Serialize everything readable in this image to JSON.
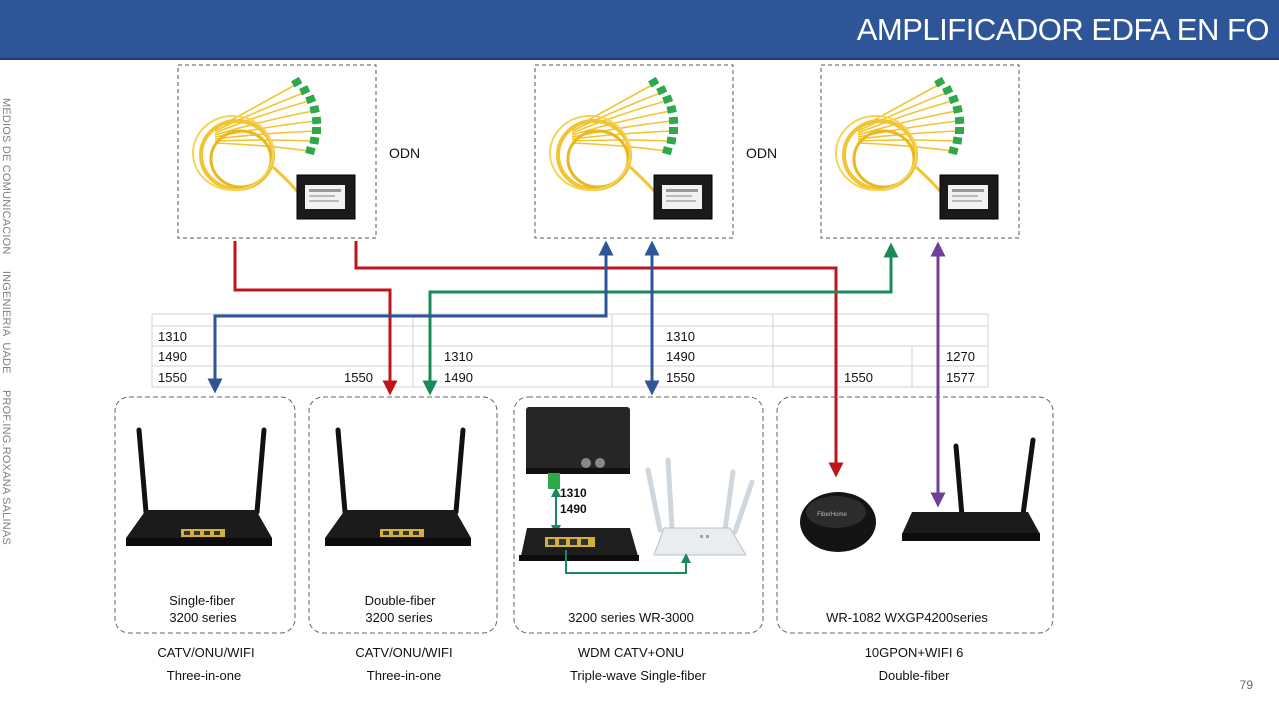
{
  "header": {
    "title": "AMPLIFICADOR EDFA EN FO"
  },
  "sidebar": {
    "text": "MEDIOS DE COMUNICACION     INGENIERIA  UADE     PROF.ING.ROXANA SALINAS"
  },
  "odn": {
    "label_1": "ODN",
    "label_2": "ODN"
  },
  "wavelength_table": {
    "col1": [
      "1310",
      "1490",
      "1550"
    ],
    "col2": [
      "1550"
    ],
    "col3": [
      "1310",
      "1490"
    ],
    "col4": [
      "1310",
      "1490",
      "1550"
    ],
    "col5": [
      "1550"
    ],
    "col6": [
      "1270",
      "1577"
    ]
  },
  "devices": {
    "box1": {
      "line1": "Single-fiber",
      "line2": "3200  series"
    },
    "box2": {
      "line1": "Double-fiber",
      "line2": "3200  series"
    },
    "box3": {
      "label": "3200 series WR-3000",
      "wave1": "1310",
      "wave2": "1490"
    },
    "box4": {
      "label": "WR-1082 WXGP4200series",
      "onu_brand": "FiberHome"
    }
  },
  "captions": {
    "c1": {
      "line1": "CATV/ONU/WIFI",
      "line2": "Three-in-one"
    },
    "c2": {
      "line1": "CATV/ONU/WIFI",
      "line2": "Three-in-one"
    },
    "c3": {
      "line1": "WDM CATV+ONU",
      "line2": "Triple-wave Single-fiber"
    },
    "c4": {
      "line1": "10GPON+WIFI 6",
      "line2": "Double-fiber"
    }
  },
  "slide_number": "79",
  "colors": {
    "header": "#2e5597",
    "red": "#c0141c",
    "blue": "#2f5596",
    "green": "#1a8a5a",
    "purple": "#6f3f9a",
    "fiber_yellow": "#f2c431",
    "connector_green": "#2ea84a"
  }
}
